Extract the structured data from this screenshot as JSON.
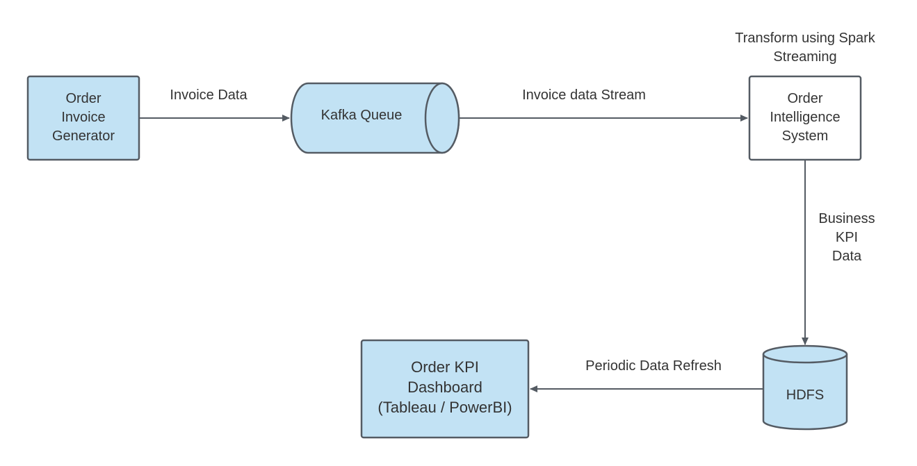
{
  "colors": {
    "fill_blue": "#c2e2f4",
    "stroke": "#545b63",
    "white": "#ffffff",
    "text": "#333333"
  },
  "nodes": {
    "generator": {
      "lines": [
        "Order",
        "Invoice",
        "Generator"
      ]
    },
    "kafka": {
      "label": "Kafka Queue"
    },
    "ois": {
      "lines": [
        "Order",
        "Intelligence",
        "System"
      ]
    },
    "hdfs": {
      "label": "HDFS"
    },
    "dashboard": {
      "lines": [
        "Order KPI",
        "Dashboard",
        "(Tableau / PowerBI)"
      ]
    }
  },
  "annotations": {
    "spark": {
      "lines": [
        "Transform using Spark",
        "Streaming"
      ]
    }
  },
  "edges": {
    "invoice_data": {
      "label": "Invoice Data"
    },
    "invoice_stream": {
      "label": "Invoice data Stream"
    },
    "business_kpi": {
      "lines": [
        "Business",
        "KPI",
        "Data"
      ]
    },
    "periodic_refresh": {
      "label": "Periodic Data Refresh"
    }
  }
}
